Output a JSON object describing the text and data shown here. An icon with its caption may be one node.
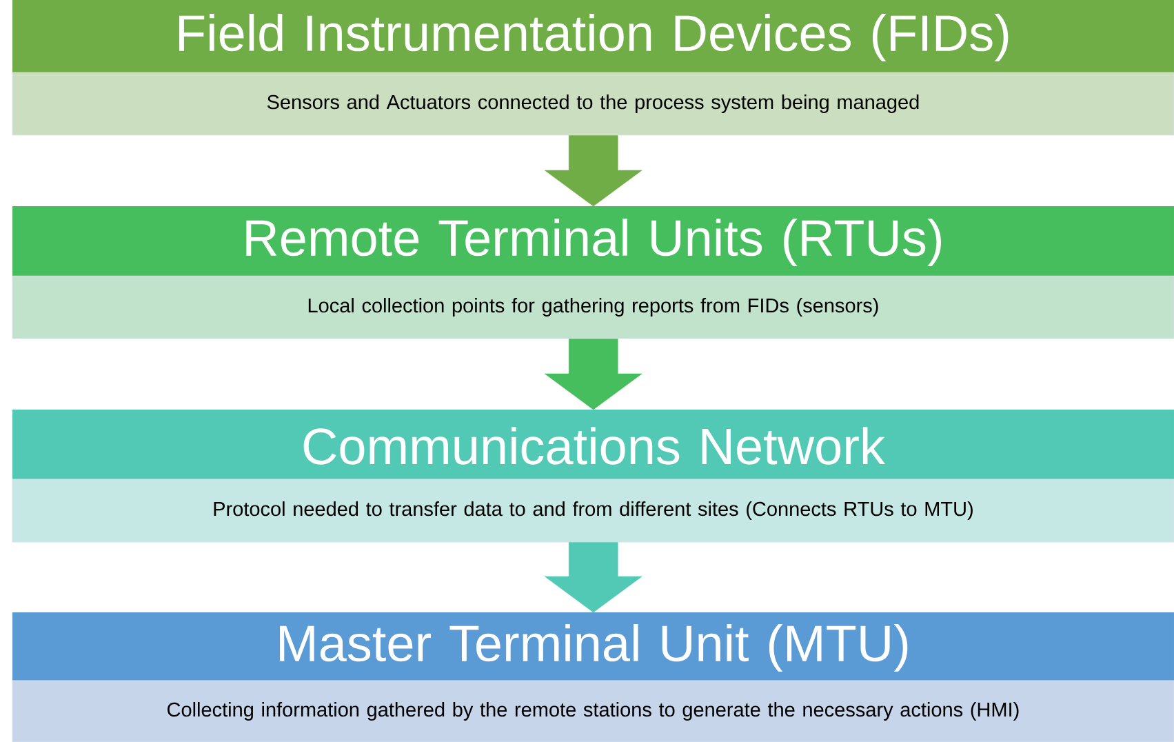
{
  "diagram": {
    "nodes": [
      {
        "text": [
          "Field Instrumentation Devices (FIDs)",
          "Sensors and Actuators connected to the process system being managed"
        ]
      },
      {
        "text": [
          "Remote Terminal Units (RTUs)",
          "Local collection points for gathering reports from FIDs (sensors)"
        ]
      },
      {
        "text": [
          "Communications Network",
          "Protocol needed to transfer data to and from different sites (Connects RTUs to MTU)"
        ]
      },
      {
        "text": [
          "Master Terminal Unit (MTU)",
          "Collecting information gathered by the remote stations to generate the necessary actions (HMI)"
        ]
      }
    ],
    "edges": [
      {
        "from": 0,
        "to": 1,
        "arrow": "to",
        "color": "#70ad47"
      },
      {
        "from": 1,
        "to": 2,
        "arrow": "to",
        "color": "#47be5e"
      },
      {
        "from": 2,
        "to": 3,
        "arrow": "to",
        "color": "#52c9b5"
      }
    ]
  }
}
